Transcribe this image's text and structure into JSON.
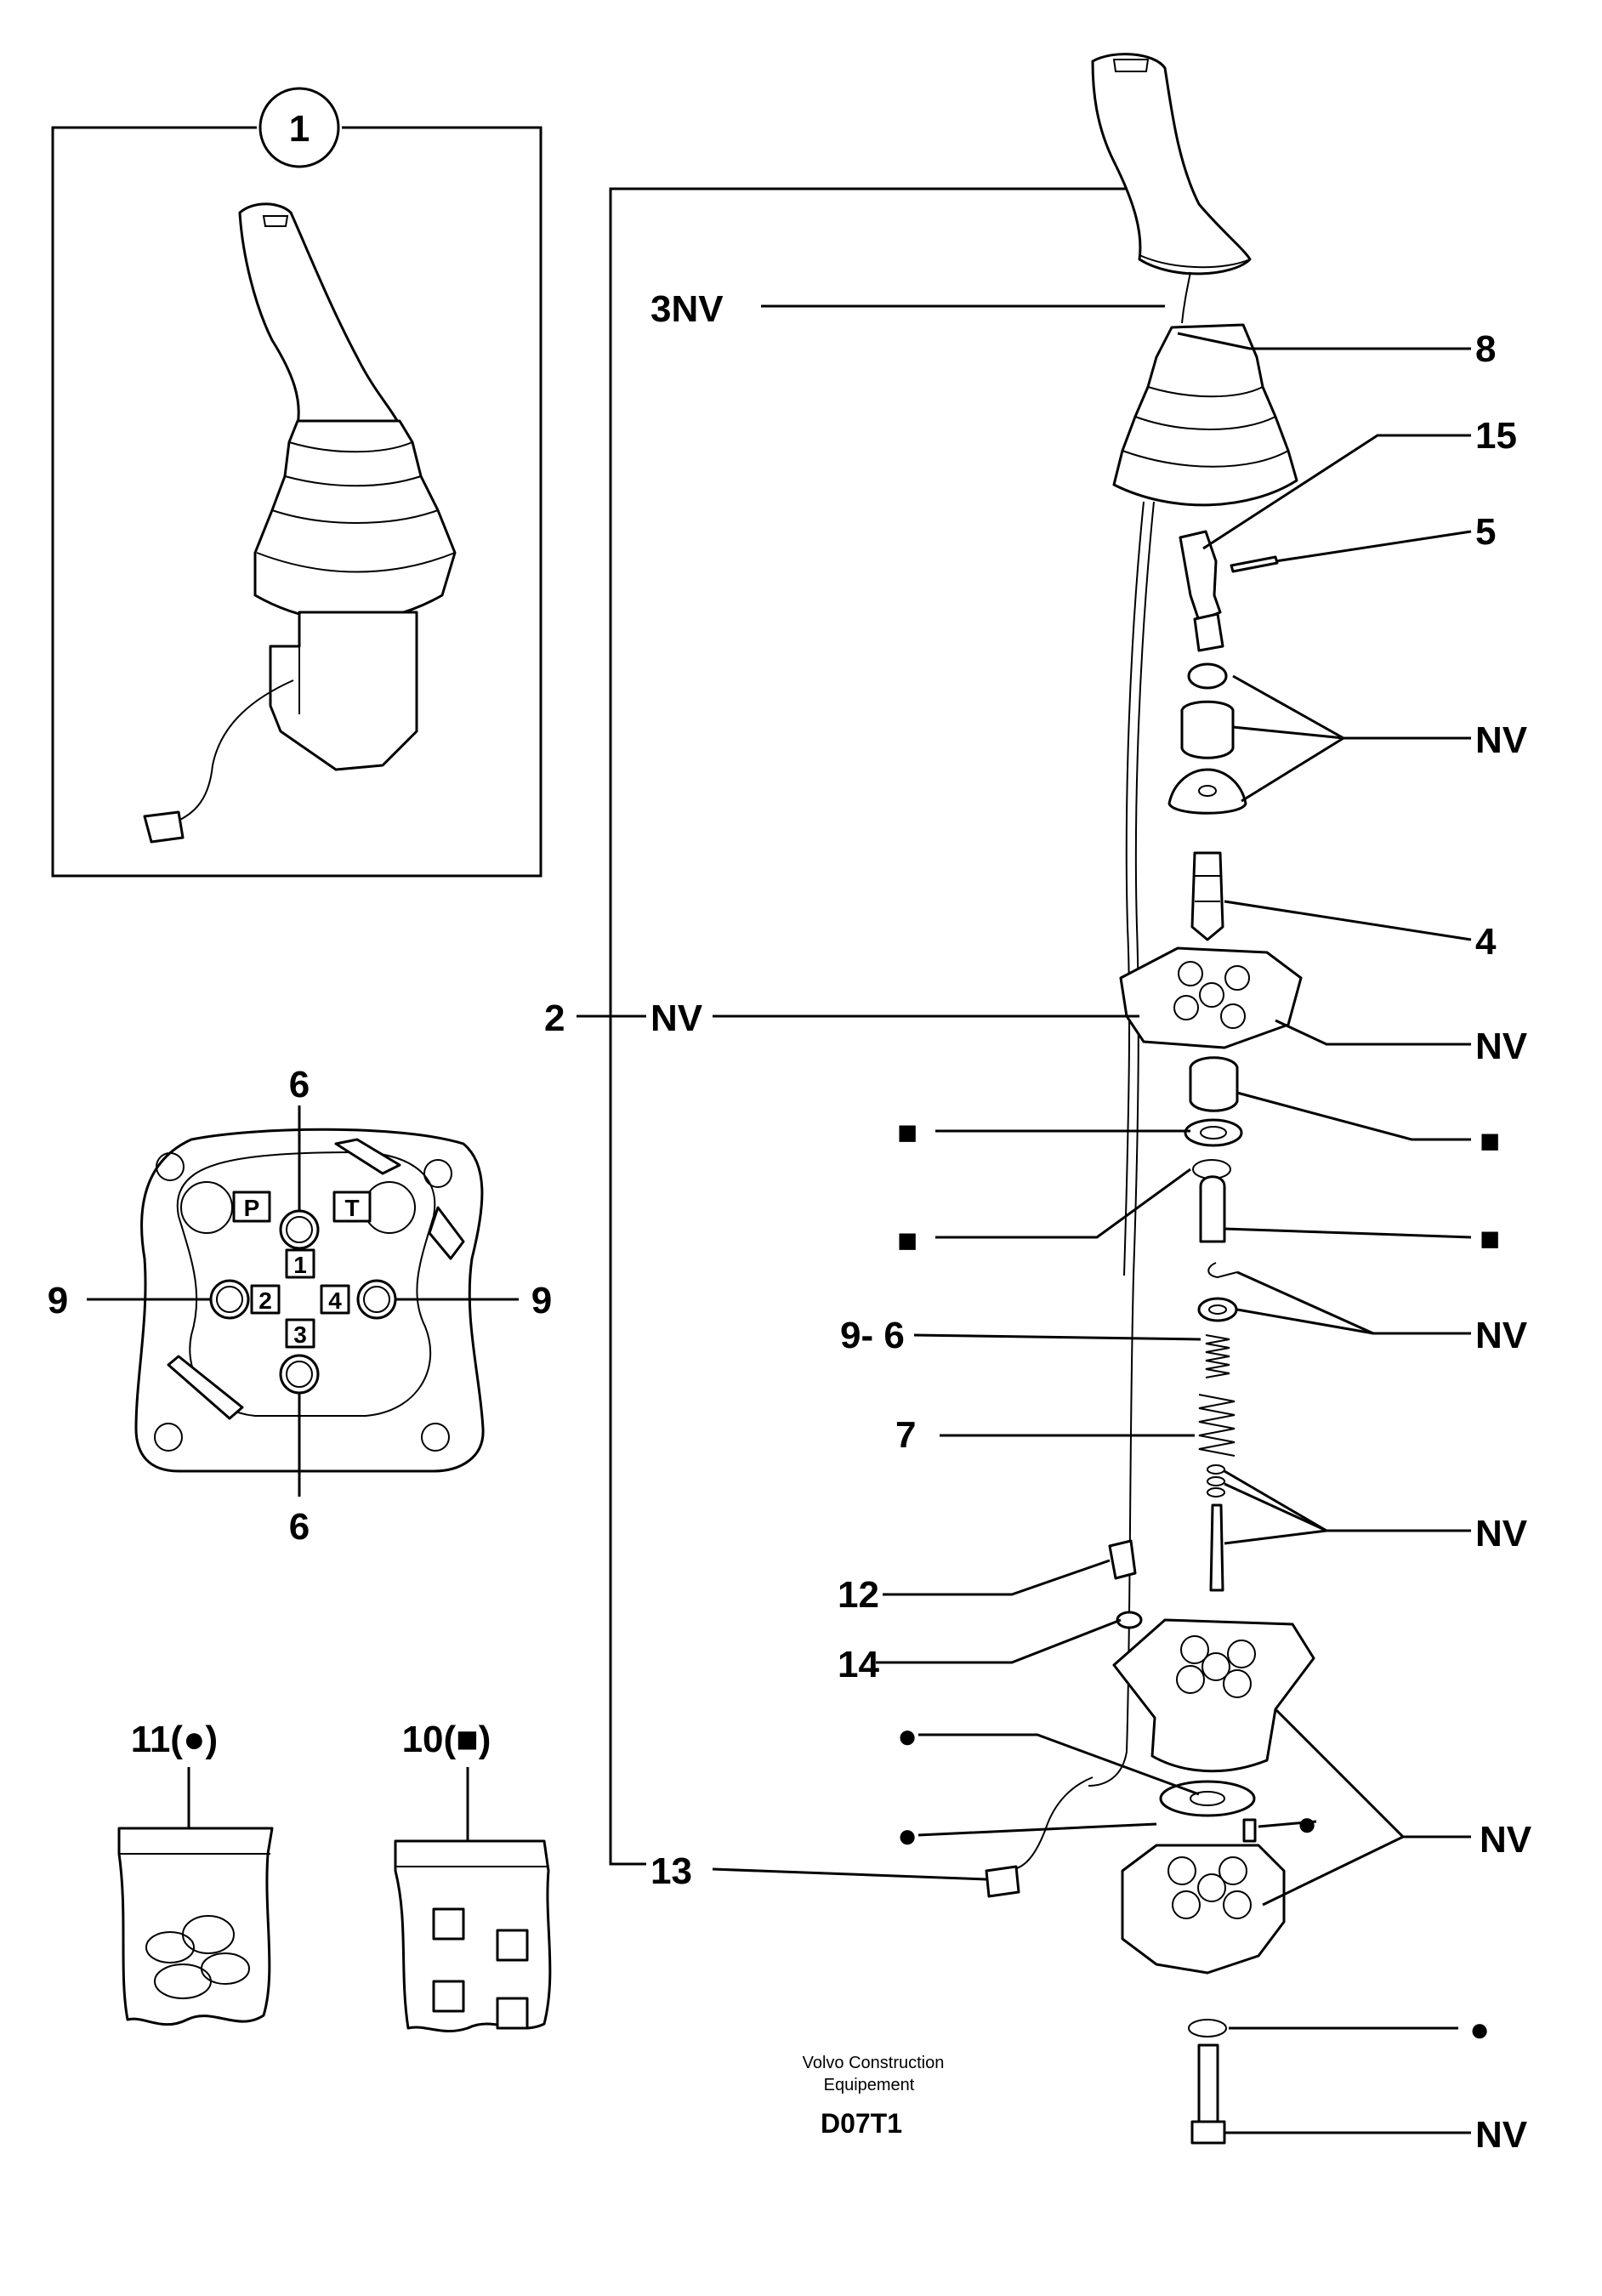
{
  "callouts": {
    "inset": "1",
    "c3nv": "3NV",
    "c8": "8",
    "c15": "15",
    "c5": "5",
    "nv_a": "NV",
    "c4": "4",
    "c2": "2",
    "nv_b": "NV",
    "nv_c": "NV",
    "sq1": "■",
    "sq2": "■",
    "sq3": "■",
    "sq4": "■",
    "nv_d": "NV",
    "c96": "9- 6",
    "c7": "7",
    "nv_e": "NV",
    "c12": "12",
    "c14": "14",
    "dot1": "●",
    "dot2": "●",
    "dot3": "●",
    "nv_f": "NV",
    "c13": "13",
    "dot4": "●",
    "nv_g": "NV"
  },
  "port_view": {
    "top": "6",
    "bottom": "6",
    "left": "9",
    "right": "9",
    "box_p": "P",
    "box_t": "T",
    "box_1": "1",
    "box_2": "2",
    "box_3": "3",
    "box_4": "4"
  },
  "kits": {
    "kit11": "11(●)",
    "kit10": "10(■)"
  },
  "credit": {
    "line1": "Volvo Construction",
    "line2": "Equipement",
    "code": "D07T1"
  }
}
